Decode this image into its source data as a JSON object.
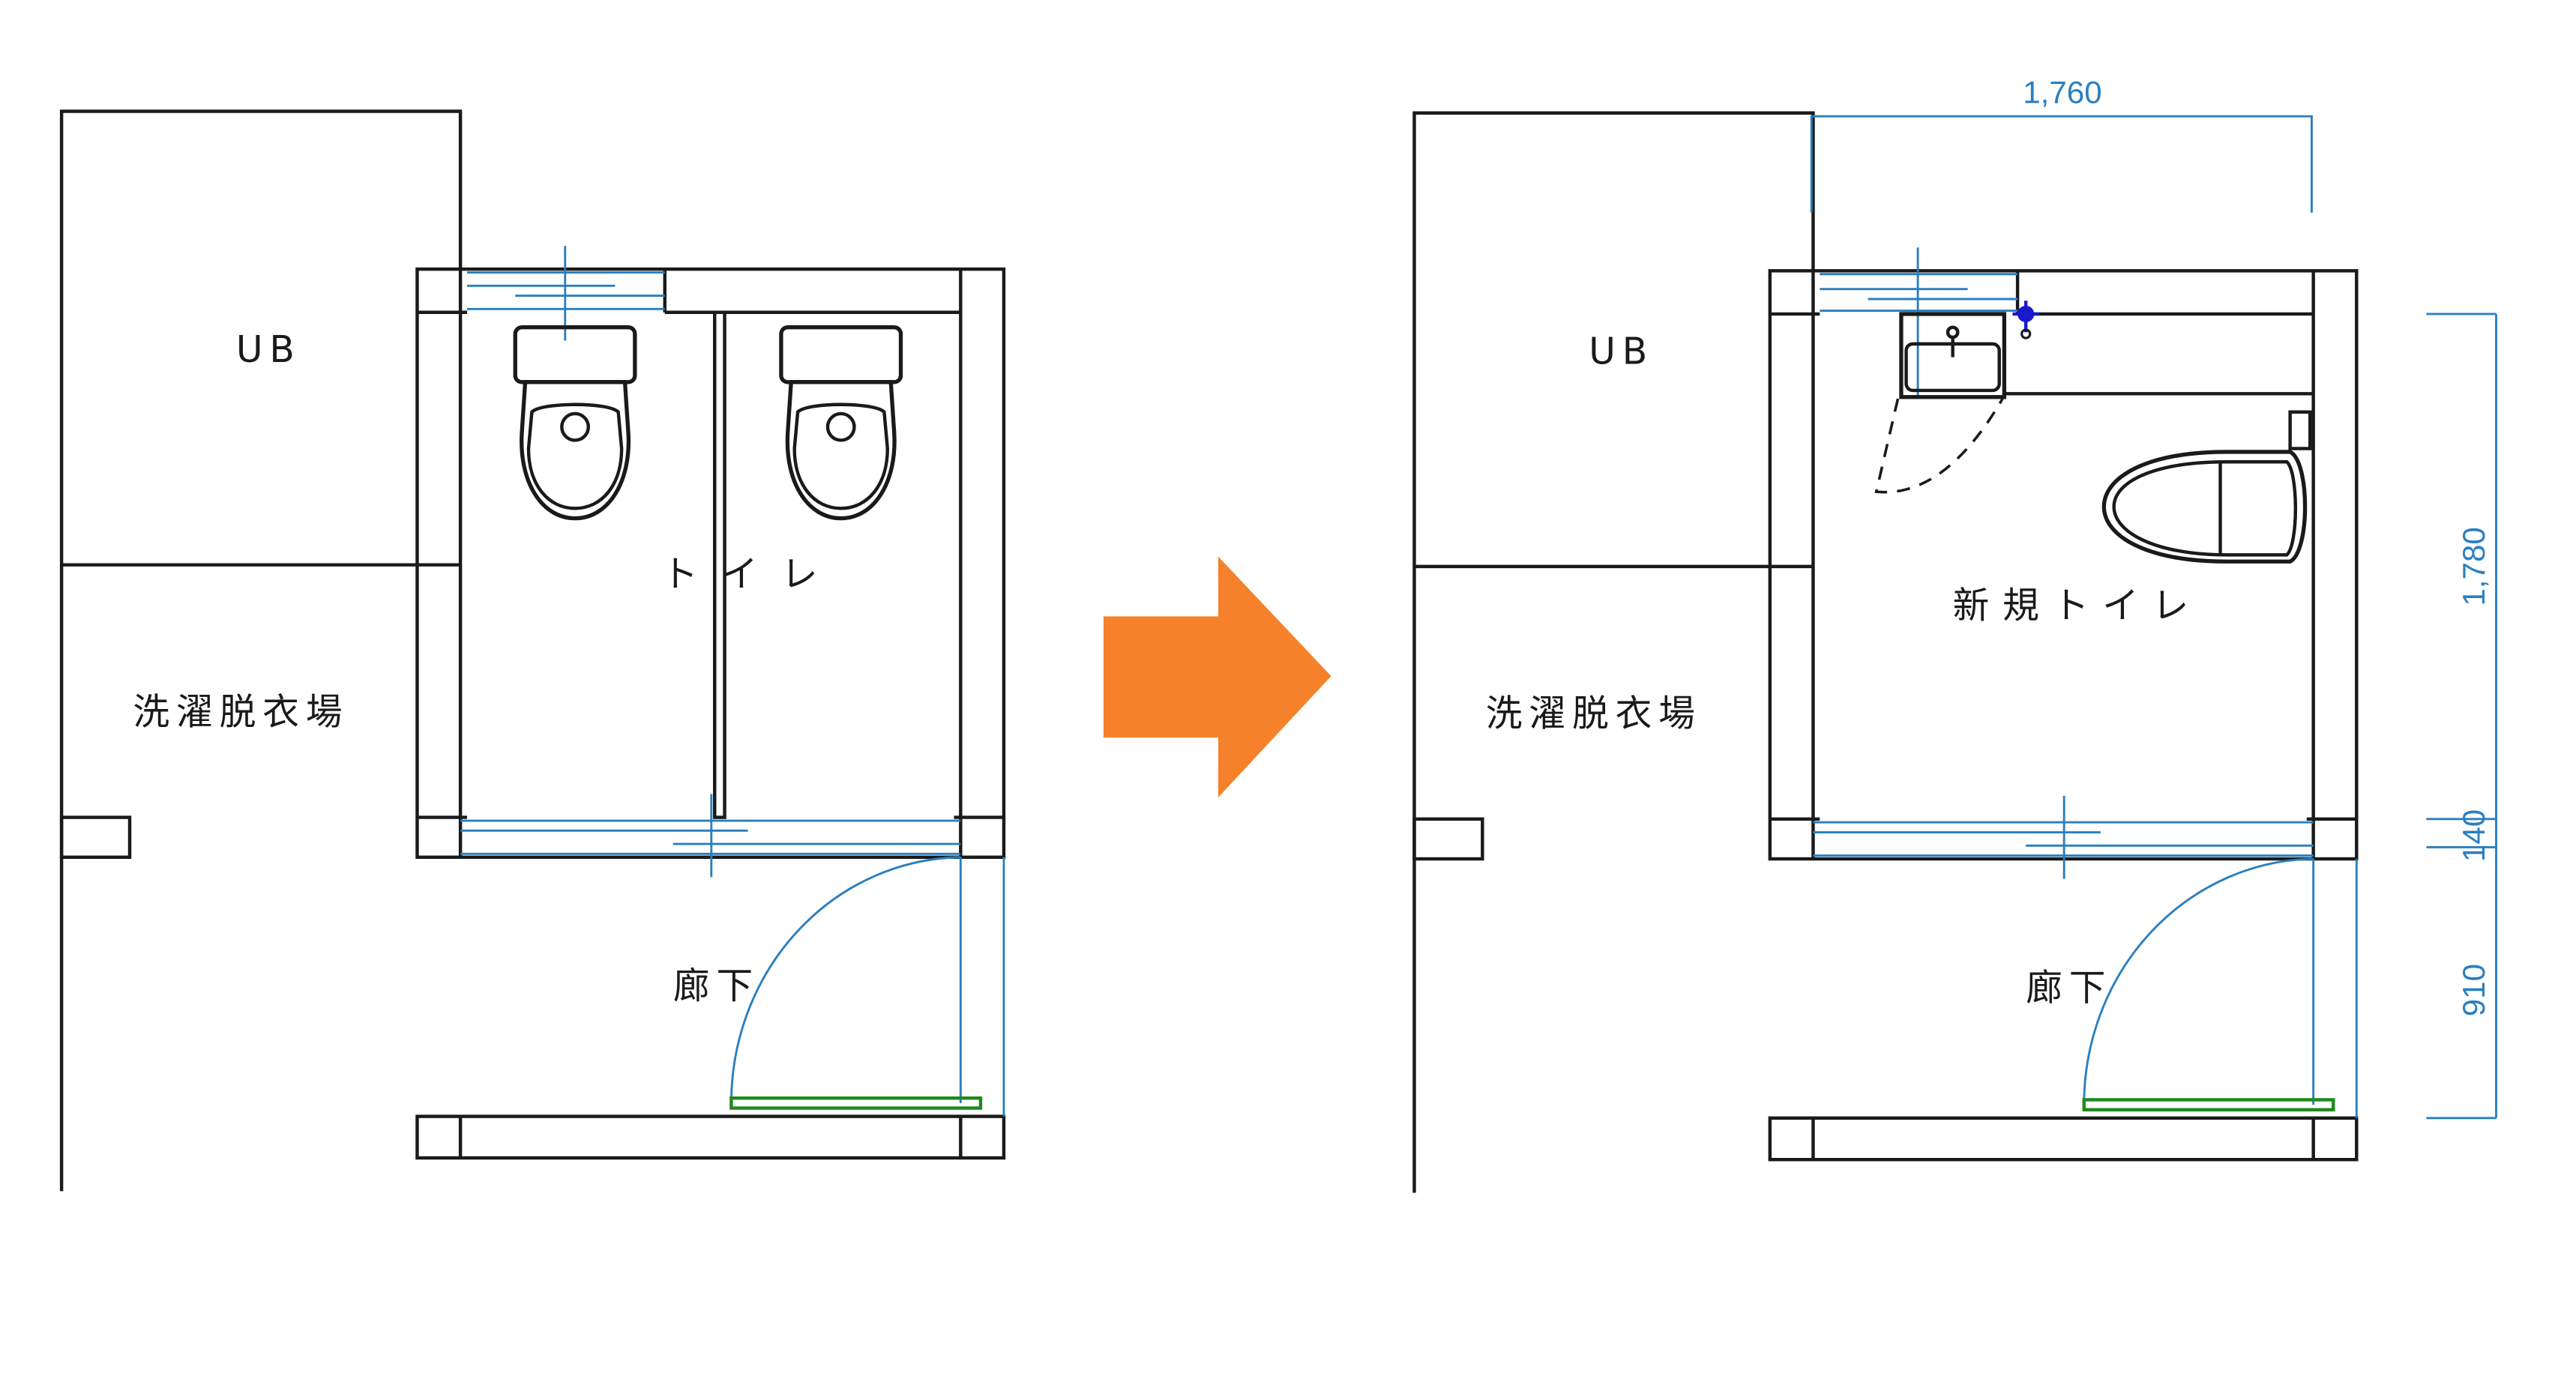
{
  "before_plan": {
    "labels": {
      "ub": "UB",
      "laundry": "洗濯脱衣場",
      "toilet": "トイレ",
      "corridor": "廊下"
    }
  },
  "after_plan": {
    "labels": {
      "ub": "UB",
      "laundry": "洗濯脱衣場",
      "toilet": "新規トイレ",
      "corridor": "廊下"
    },
    "dimensions": {
      "width": "1,760",
      "depth": "1,780",
      "wall": "140",
      "corridor": "910"
    }
  },
  "colors": {
    "arrow": "#F5822A",
    "dimension": "#2a7fc0",
    "threshold": "#1f8a1f",
    "fixture_marker": "#1a1acc"
  }
}
